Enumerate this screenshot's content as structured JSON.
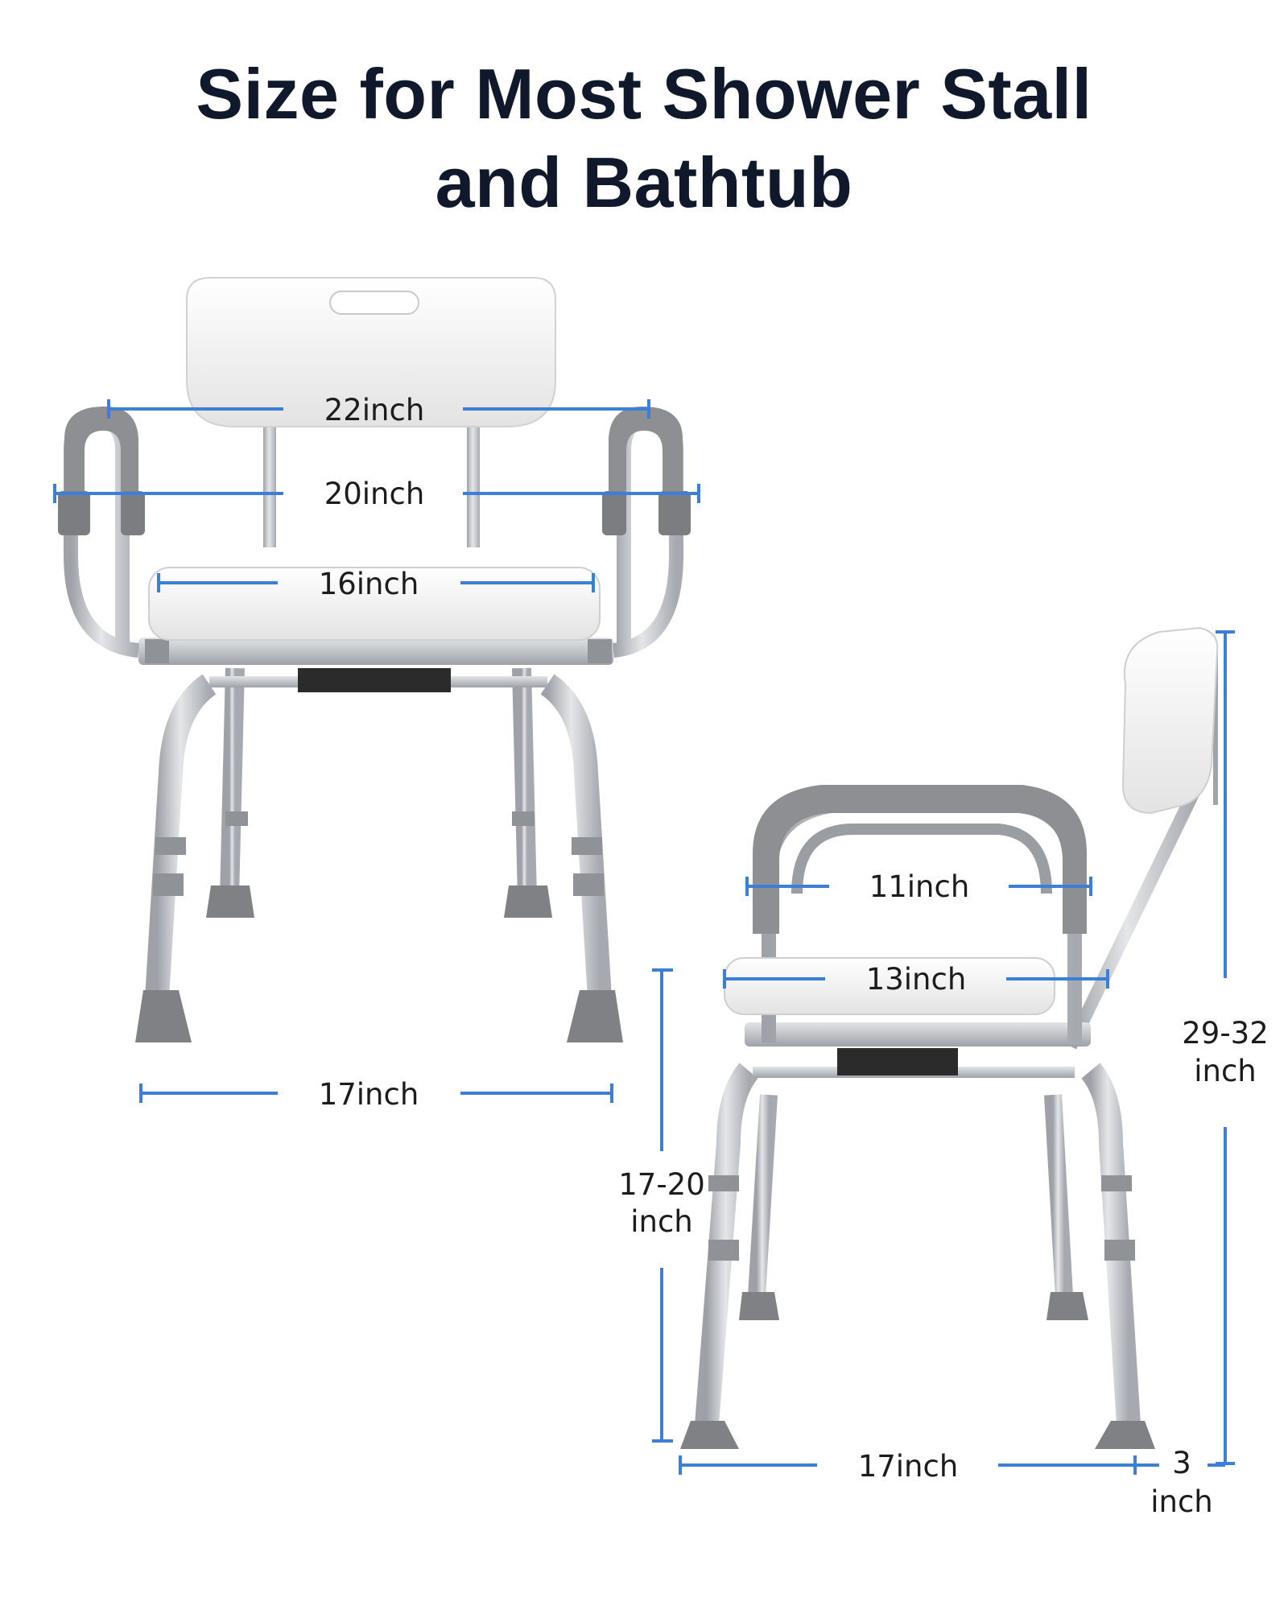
{
  "title": {
    "line1": "Size for Most Shower Stall",
    "line2": "and Bathtub"
  },
  "front_view": {
    "back_width": "22inch",
    "arm_width": "20inch",
    "seat_width": "16inch",
    "leg_span": "17inch"
  },
  "side_view": {
    "arm_depth": "11inch",
    "seat_depth": "13inch",
    "seat_height_line1": "17-20",
    "seat_height_line2": "inch",
    "total_height_line1": "29-32",
    "total_height_line2": "inch",
    "leg_depth": "17inch",
    "back_offset_line1": "3",
    "back_offset_line2": "inch"
  },
  "colors": {
    "title": "#10182b",
    "dimension_line": "#3b7fd6",
    "frame": "#b9bcc2",
    "grip": "#8a8c90",
    "seat": "#f4f4f4"
  }
}
